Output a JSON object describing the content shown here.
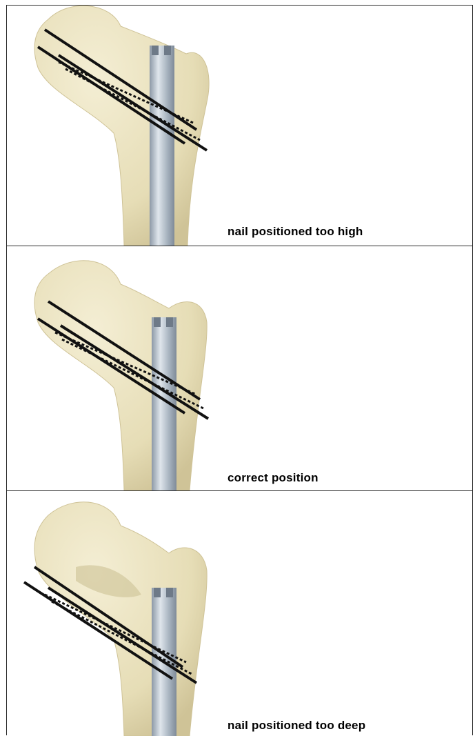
{
  "panels": [
    {
      "caption": "nail positioned too high"
    },
    {
      "caption": "correct position"
    },
    {
      "caption": "nail positioned too deep"
    }
  ],
  "colors": {
    "bone": "#ece4c2",
    "bone_shadow": "#d2c79c",
    "nail": "#a8b4c0",
    "nail_highlight": "#dfe6ec",
    "screw": "#111111"
  }
}
